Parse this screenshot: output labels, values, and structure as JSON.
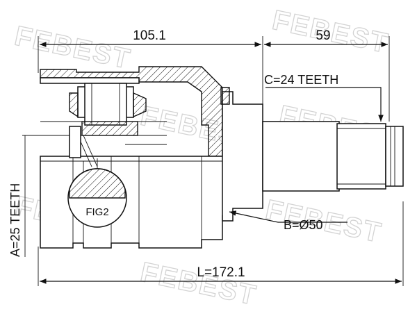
{
  "brand_watermark": "FEBEST",
  "dimensions": {
    "housing_length": "105.1",
    "shaft_length": "59",
    "total_length": "L=172.1",
    "inner_teeth": "A=25 TEETH",
    "outer_teeth": "C=24 TEETH",
    "diameter": "B=Ø50"
  },
  "detail_label": "FIG2",
  "colors": {
    "line": "#111111",
    "watermark": "#cfcfcf",
    "background": "#ffffff"
  }
}
